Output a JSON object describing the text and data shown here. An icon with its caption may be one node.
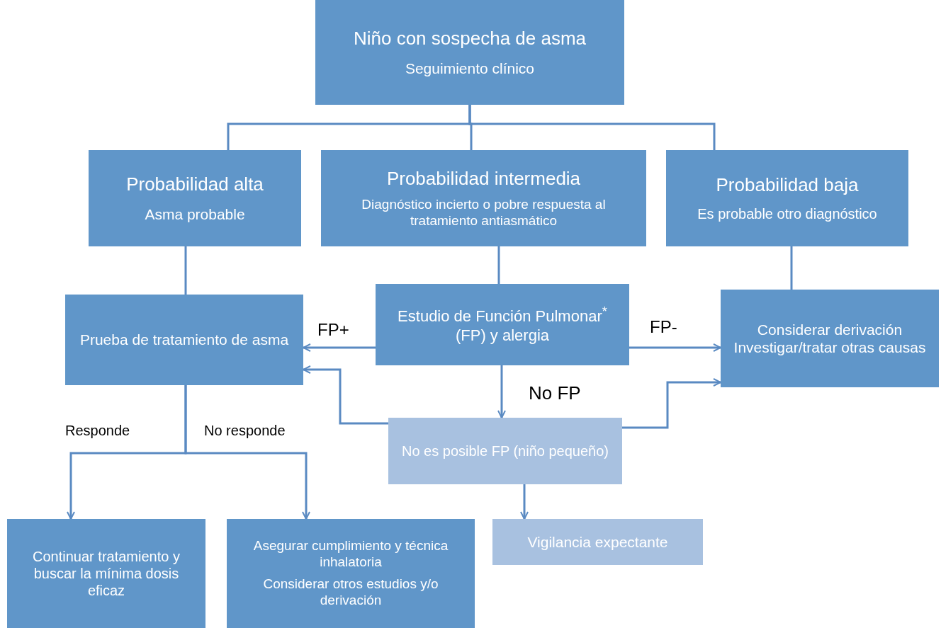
{
  "diagram": {
    "nodes": [
      {
        "text": [
          "Niño con sospecha de asma",
          "Seguimiento clínico"
        ]
      },
      {
        "text": [
          "Probabilidad alta",
          "Asma probable"
        ]
      },
      {
        "text": [
          "Probabilidad intermedia",
          "Diagnóstico incierto o pobre respuesta al tratamiento antiasmático"
        ]
      },
      {
        "text": [
          "Probabilidad baja",
          "Es probable otro diagnóstico"
        ]
      },
      {
        "text": [
          "Prueba de tratamiento de asma"
        ]
      },
      {
        "text": [
          "Estudio de Función Pulmonar$^{*}$ (FP) y alergia"
        ]
      },
      {
        "text": [
          "Considerar derivación Investigar/tratar otras causas"
        ]
      },
      {
        "text": [
          "No es posible FP (niño pequeño)"
        ]
      },
      {
        "text": [
          "Continuar tratamiento y buscar la mínima dosis eficaz"
        ]
      },
      {
        "text": [
          "Asegurar cumplimiento y técnica inhalatoria",
          "Considerar otros estudios y/o derivación"
        ]
      },
      {
        "text": [
          "Vigilancia expectante"
        ]
      }
    ],
    "edges": [
      {
        "from": 0,
        "to": 1,
        "arrow": "none"
      },
      {
        "from": 0,
        "to": 2,
        "arrow": "none"
      },
      {
        "from": 0,
        "to": 3,
        "arrow": "none"
      },
      {
        "from": 1,
        "to": 4,
        "arrow": "none"
      },
      {
        "from": 2,
        "to": 5,
        "arrow": "none"
      },
      {
        "from": 3,
        "to": 6,
        "arrow": "none"
      },
      {
        "from": 5,
        "to": 4,
        "arrow": "to",
        "label": "FP+"
      },
      {
        "from": 5,
        "to": 6,
        "arrow": "to",
        "label": "FP-"
      },
      {
        "from": 5,
        "to": 7,
        "arrow": "to",
        "label": "No FP"
      },
      {
        "from": 7,
        "to": 4,
        "arrow": "to"
      },
      {
        "from": 7,
        "to": 6,
        "arrow": "to"
      },
      {
        "from": 4,
        "to": 8,
        "arrow": "to",
        "label": "Responde"
      },
      {
        "from": 4,
        "to": 9,
        "arrow": "to",
        "label": "No responde"
      },
      {
        "from": 7,
        "to": 10,
        "arrow": "to"
      }
    ]
  }
}
